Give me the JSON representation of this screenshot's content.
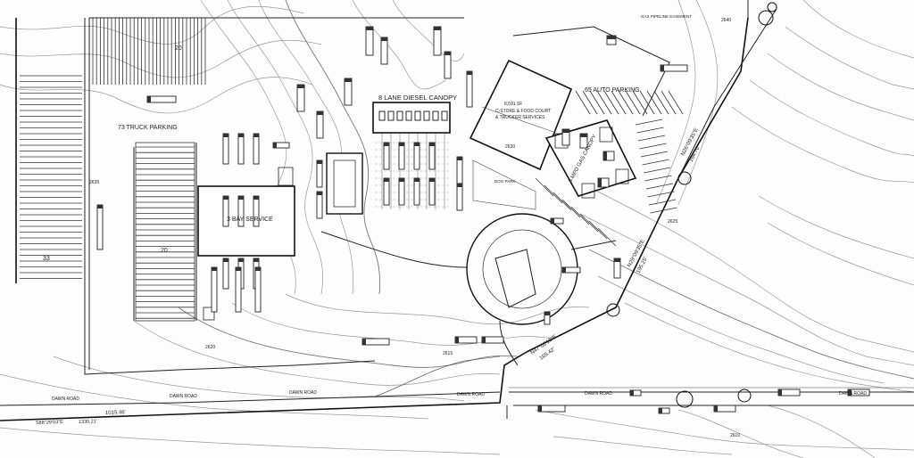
{
  "labels": {
    "truck_parking": "73 TRUCK PARKING",
    "diesel_canopy": "8 LANE DIESEL CANOPY",
    "bay_service": "3 BAY SERVICE",
    "cstore_area": "8,591 SF",
    "cstore_line1": "C-STORE & FOOD COURT",
    "cstore_line2": "& TRUCKER SERVICES",
    "auto_parking": "65 AUTO PARKING",
    "auto_canopy": "8 MPD GAS CANOPY",
    "dog_park": "DOG PARK",
    "gas_pipeline": "GAS PIPELINE EASEMENT",
    "road_1": "DAWN ROAD",
    "road_2": "DAWN ROAD",
    "road_3": "DAWN ROAD",
    "road_4": "DAWN ROAD",
    "road_5": "DAWN ROAD",
    "road_6": "DAWN ROAD",
    "stall_count_top": "20",
    "stall_count_mid": "20",
    "stall_count_left": "33",
    "bearing_bottom": "S88°29'03\"E",
    "distance_bottom": "1015.46'",
    "distance_bottom_2": "1330.21'",
    "bearing_ne": "N26°09'35\"E",
    "distance_ne": "164.70'",
    "bearing_e": "N29°09'35\"E",
    "distance_e": "195.25'",
    "bearing_s": "N47°02'15\"E",
    "distance_s": "165.42'",
    "elev_1": "2630",
    "elev_2": "2625",
    "elev_3": "2620",
    "elev_4": "2615",
    "elev_5": "2610",
    "elev_6": "2640",
    "elev_7": "2635"
  }
}
